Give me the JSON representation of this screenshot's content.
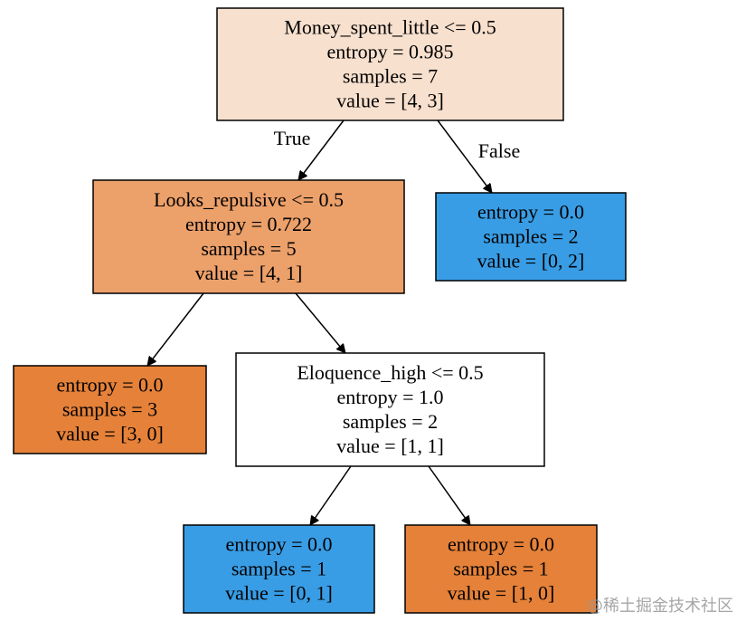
{
  "watermark": "@稀土掘金技术社区",
  "nodes": {
    "root": {
      "lines": [
        "Money_spent_little <= 0.5",
        "entropy = 0.985",
        "samples = 7",
        "value = [4, 3]"
      ],
      "color": "#f8e0ce"
    },
    "n1": {
      "lines": [
        "Looks_repulsive <= 0.5",
        "entropy = 0.722",
        "samples = 5",
        "value = [4, 1]"
      ],
      "color": "#eca06a"
    },
    "n2": {
      "lines": [
        "entropy = 0.0",
        "samples = 2",
        "value = [0, 2]"
      ],
      "color": "#399de5"
    },
    "n3": {
      "lines": [
        "entropy = 0.0",
        "samples = 3",
        "value = [3, 0]"
      ],
      "color": "#e58139"
    },
    "n4": {
      "lines": [
        "Eloquence_high <= 0.5",
        "entropy = 1.0",
        "samples = 2",
        "value = [1, 1]"
      ],
      "color": "#ffffff"
    },
    "n5": {
      "lines": [
        "entropy = 0.0",
        "samples = 1",
        "value = [0, 1]"
      ],
      "color": "#399de5"
    },
    "n6": {
      "lines": [
        "entropy = 0.0",
        "samples = 1",
        "value = [1, 0]"
      ],
      "color": "#e58139"
    }
  },
  "edges": [
    {
      "from": "root",
      "to": "n1",
      "label": "True"
    },
    {
      "from": "root",
      "to": "n2",
      "label": "False"
    },
    {
      "from": "n1",
      "to": "n3",
      "label": ""
    },
    {
      "from": "n1",
      "to": "n4",
      "label": ""
    },
    {
      "from": "n4",
      "to": "n5",
      "label": ""
    },
    {
      "from": "n4",
      "to": "n6",
      "label": ""
    }
  ]
}
